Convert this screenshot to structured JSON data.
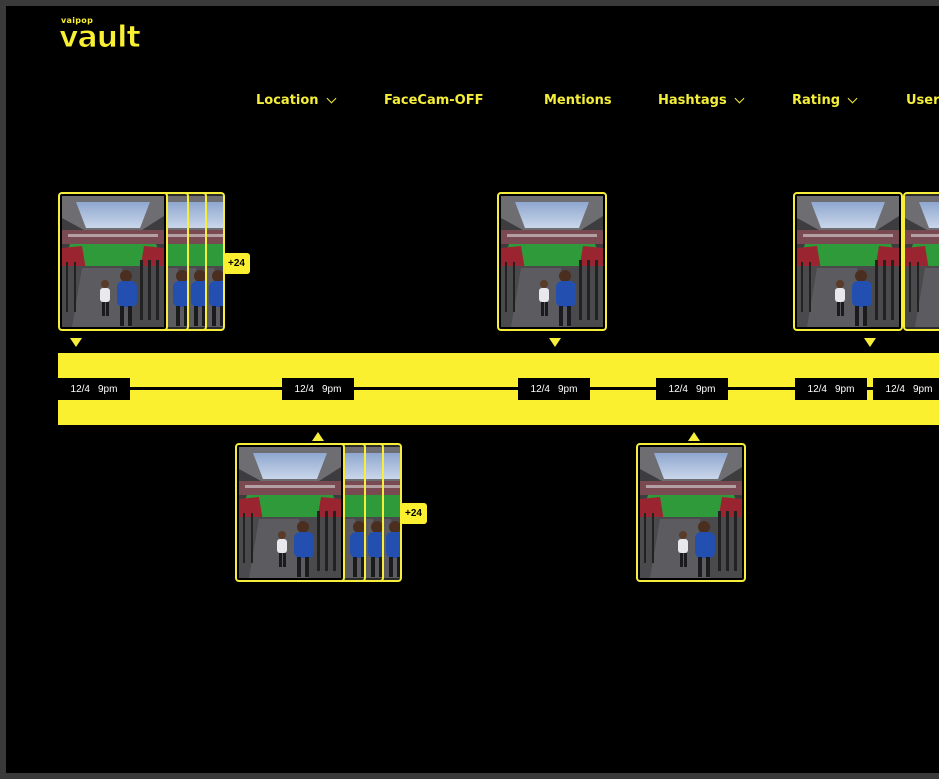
{
  "brand": {
    "small_text": "vaipop",
    "name": "vault"
  },
  "nav": {
    "items": [
      {
        "label": "Location",
        "dropdown": true
      },
      {
        "label": "FaceCam-OFF",
        "dropdown": false
      },
      {
        "label": "Mentions",
        "dropdown": false
      },
      {
        "label": "Hashtags",
        "dropdown": true
      },
      {
        "label": "Rating",
        "dropdown": true
      },
      {
        "label": "UserN",
        "dropdown": false
      }
    ]
  },
  "timeline": {
    "dates": [
      {
        "date": "12/4",
        "time": "9pm"
      },
      {
        "date": "12/4",
        "time": "9pm"
      },
      {
        "date": "12/4",
        "time": "9pm"
      },
      {
        "date": "12/4",
        "time": "9pm"
      },
      {
        "date": "12/4",
        "time": "9pm"
      },
      {
        "date": "12/4",
        "time": "9pm"
      }
    ]
  },
  "groups": [
    {
      "position": "above",
      "extra_count": "+24"
    },
    {
      "position": "above",
      "extra_count": ""
    },
    {
      "position": "above",
      "extra_count": ""
    },
    {
      "position": "below",
      "extra_count": "+24"
    },
    {
      "position": "below",
      "extra_count": ""
    }
  ],
  "colors": {
    "accent": "#f9f034",
    "background": "#000000",
    "frame": "#3a3a3a"
  }
}
